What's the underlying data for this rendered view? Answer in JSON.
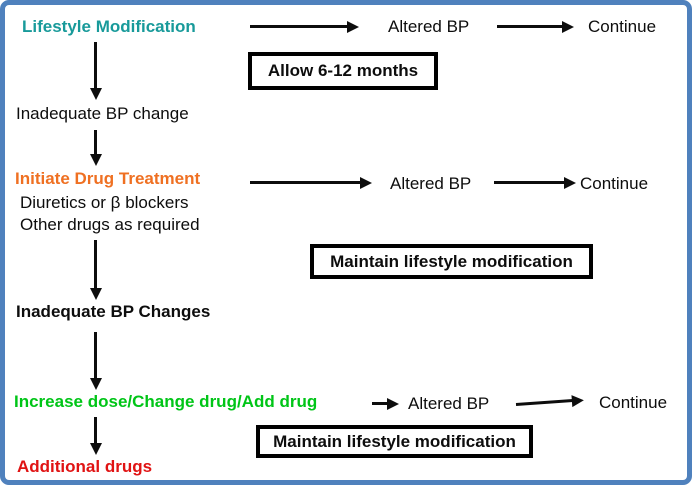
{
  "colors": {
    "teal": "#189a9a",
    "orange": "#ef7022",
    "green": "#00c517",
    "red": "#e01313",
    "arrow": "#0d0d0d",
    "border": "#4f81bd"
  },
  "flow": {
    "step1": {
      "label": "Lifestyle Modification"
    },
    "between1": {
      "label": "Inadequate BP change"
    },
    "step2": {
      "label": "Initiate Drug Treatment",
      "sub1": "Diuretics or β blockers",
      "sub2": "Other drugs as required"
    },
    "between2": {
      "label": "Inadequate BP Changes"
    },
    "step3": {
      "label": "Increase dose/Change drug/Add drug"
    },
    "step4": {
      "label": "Additional drugs"
    }
  },
  "outcomes": {
    "row1": {
      "altered": "Altered BP",
      "continue": "Continue"
    },
    "row2": {
      "altered": "Altered BP",
      "continue": "Continue"
    },
    "row3": {
      "altered": "Altered BP",
      "continue": "Continue"
    }
  },
  "callouts": {
    "allow": "Allow 6-12 months",
    "maintain1": "Maintain lifestyle modification",
    "maintain2": "Maintain lifestyle modification"
  }
}
